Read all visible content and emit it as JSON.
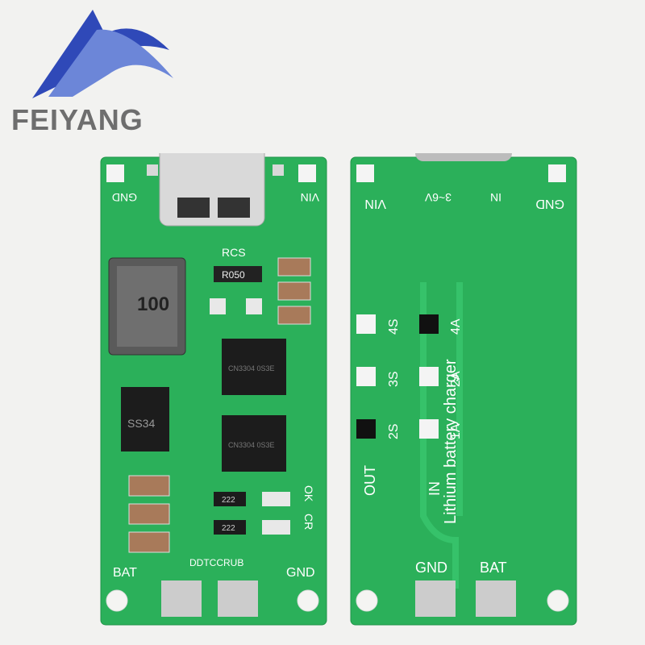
{
  "logo": {
    "brand_name": "FEIYANG",
    "color": "#2f49b8"
  },
  "front_board": {
    "pin_labels": {
      "gnd": "GND",
      "vin": "VIN",
      "bat": "BAT",
      "gnd_bottom": "GND"
    },
    "rcs_label": "RCS",
    "resistor_code": "R050",
    "inductor_code": "100",
    "diode_code": "SS34",
    "brand_silk": "DDTCCRUB",
    "led_labels": {
      "ok": "OK",
      "cr": "CR"
    },
    "small_resistor_code": "222",
    "ic_marks": [
      "CN3304 0S3E",
      "CN3304 0S3E"
    ]
  },
  "back_board": {
    "pin_labels": {
      "vin": "VIN",
      "input_range": "3~6V",
      "in": "IN",
      "gnd": "GND",
      "gnd_bottom": "GND",
      "bat": "BAT"
    },
    "cell_options": [
      "4S",
      "3S",
      "2S"
    ],
    "current_options": [
      "4A",
      "2A",
      "1A"
    ],
    "out_label": "OUT",
    "in_label": "IN",
    "product_name": "Lithium battery charger"
  },
  "colors": {
    "pcb": "#2bb05a",
    "pcb_dark": "#1f9448",
    "trace": "#36c26a",
    "pad": "#cfcfcf"
  }
}
